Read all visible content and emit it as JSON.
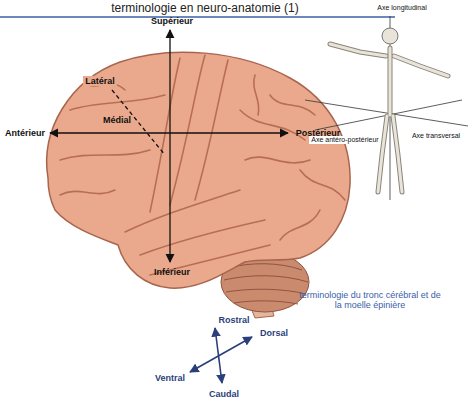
{
  "diagram": {
    "title": "terminologie en neuro-anatomie (1)",
    "labels": [
      "Supérieur",
      "Antérieur",
      "Postérieur",
      "Inférieur",
      "Latéral",
      "Médial",
      "Axe longitudinal",
      "Axe antéro-postérieur",
      "Axe transversal",
      "Rostral",
      "Dorsal",
      "Ventral",
      "Caudal",
      "terminologie du tronc cérébral et de la moelle épinière"
    ]
  }
}
